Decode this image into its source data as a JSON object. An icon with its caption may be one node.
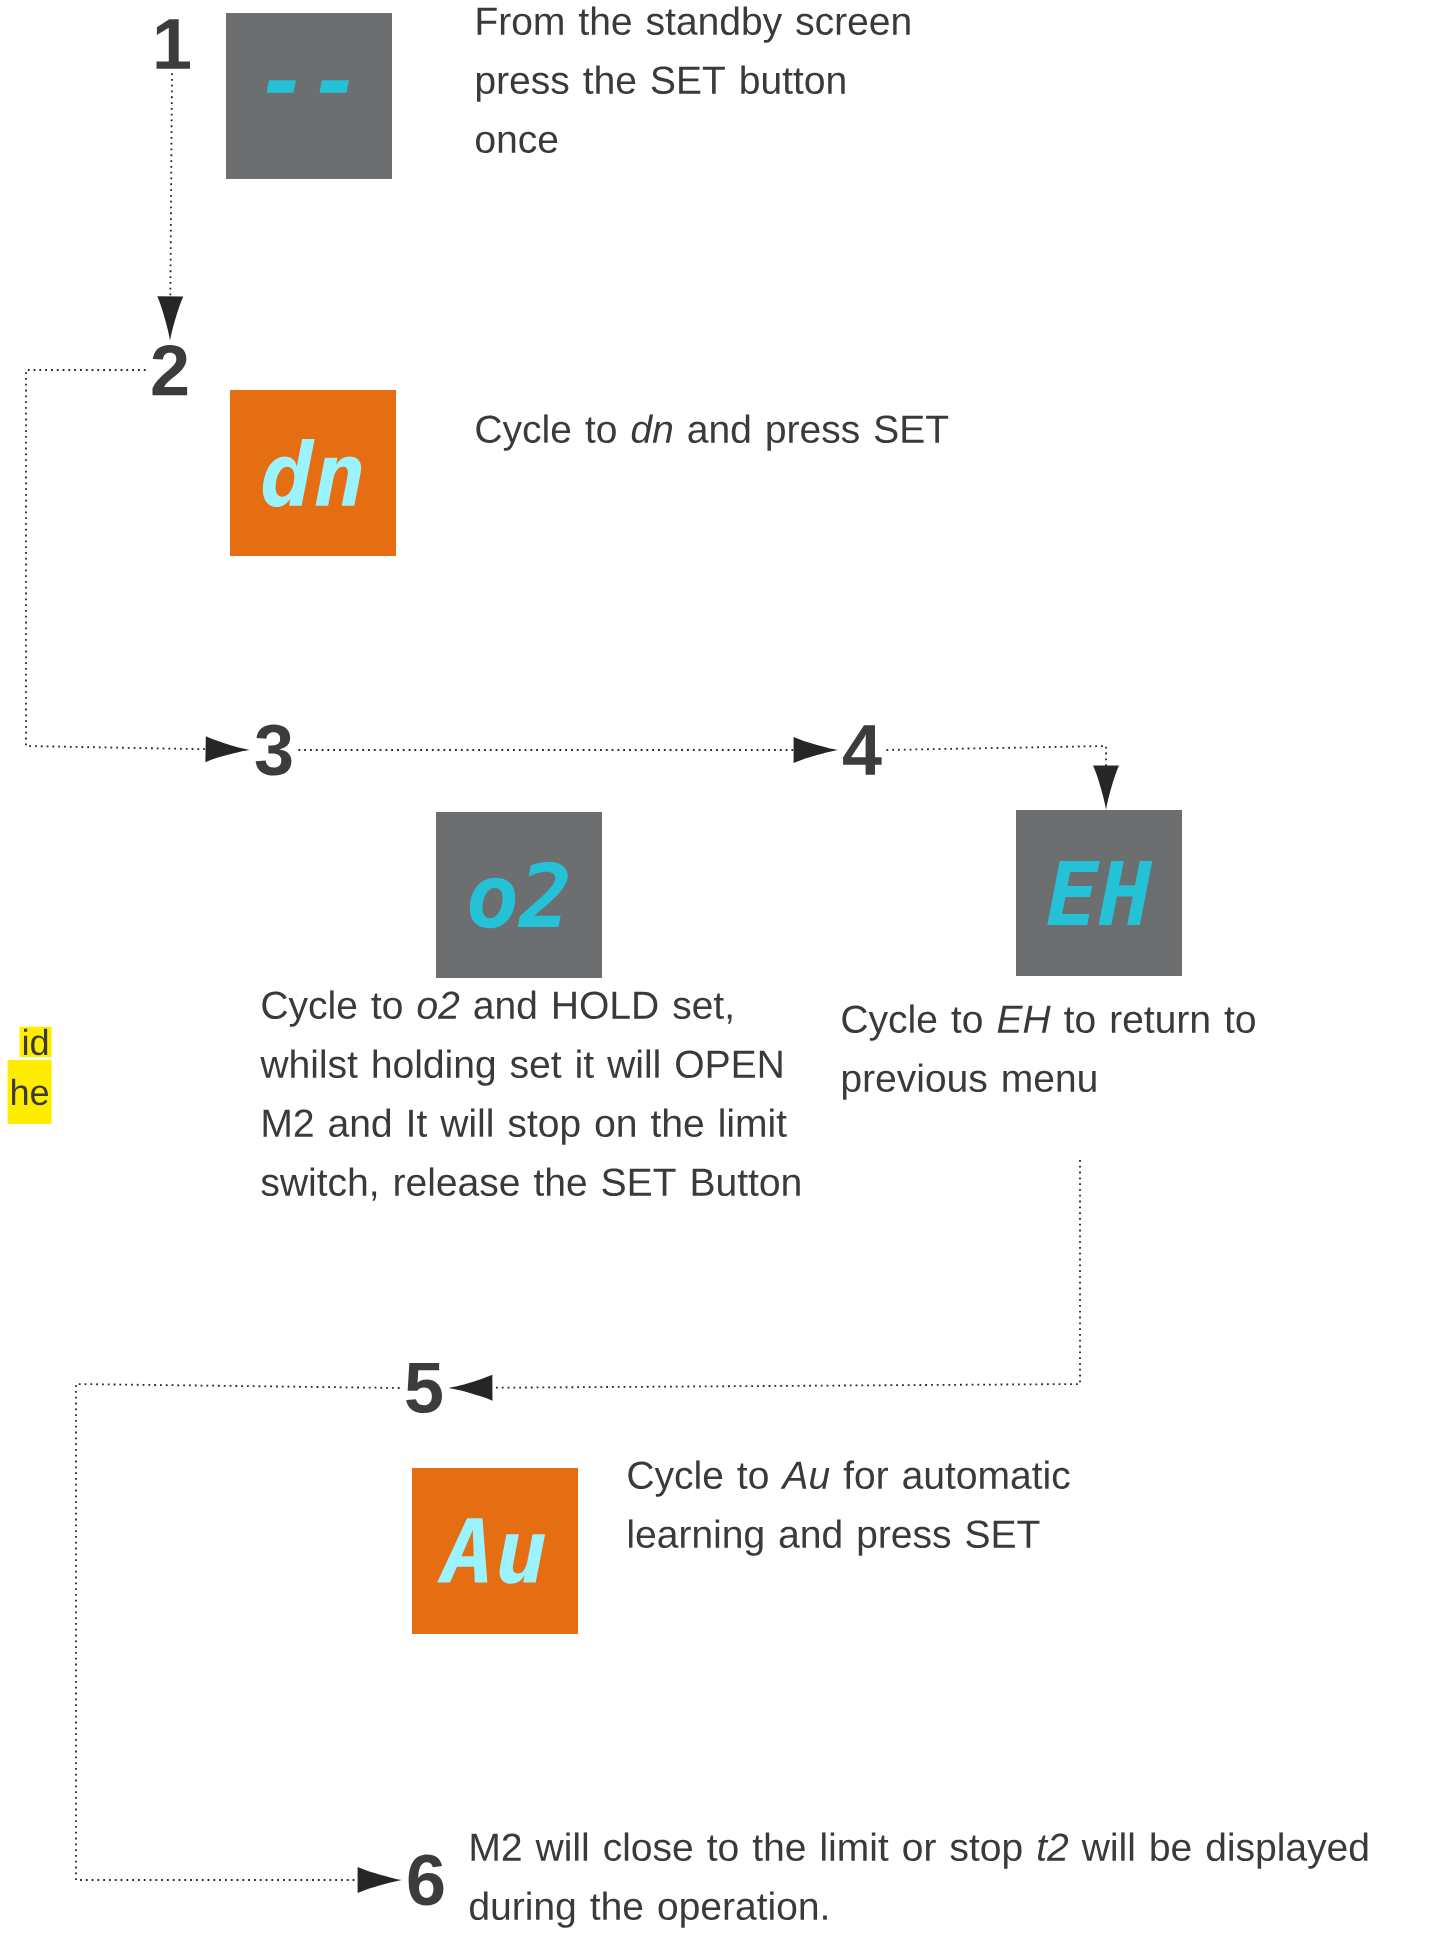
{
  "diagram": {
    "nodes": [
      {
        "text": [
          "1"
        ]
      },
      {
        "text": [
          "--"
        ],
        "beside": [
          "From the standby screen press the SET button once"
        ]
      },
      {
        "text": [
          "2"
        ]
      },
      {
        "text": [
          "dn"
        ],
        "beside": [
          "Cycle to *dn* and press SET"
        ]
      },
      {
        "text": [
          "3"
        ]
      },
      {
        "text": [
          "o2"
        ],
        "beside": [
          "Cycle to *o2* and HOLD set, whilst holding set it will OPEN M2 and It will stop on the limit switch, release the SET Button"
        ]
      },
      {
        "text": [
          "4"
        ]
      },
      {
        "text": [
          "EH"
        ],
        "beside": [
          "Cycle to *EH* to return to previous menu"
        ]
      },
      {
        "text": [
          "5"
        ]
      },
      {
        "text": [
          "Au"
        ],
        "beside": [
          "Cycle to *Au* for automatic learning and press SET"
        ]
      },
      {
        "text": [
          "6"
        ],
        "beside": [
          "M2 will close to the limit or stop *t2* will be displayed during the operation."
        ]
      }
    ],
    "edges": [
      {
        "from": 0,
        "to": 2,
        "arrow": "to"
      },
      {
        "from": 2,
        "to": 4,
        "arrow": "to"
      },
      {
        "from": 4,
        "to": 6,
        "arrow": "to"
      },
      {
        "from": 6,
        "to": 7,
        "arrow": "to"
      },
      {
        "from": null,
        "to": 8,
        "arrow": "to"
      },
      {
        "from": 8,
        "to": 10,
        "arrow": "to"
      }
    ],
    "labels": [
      "id",
      "he"
    ]
  }
}
